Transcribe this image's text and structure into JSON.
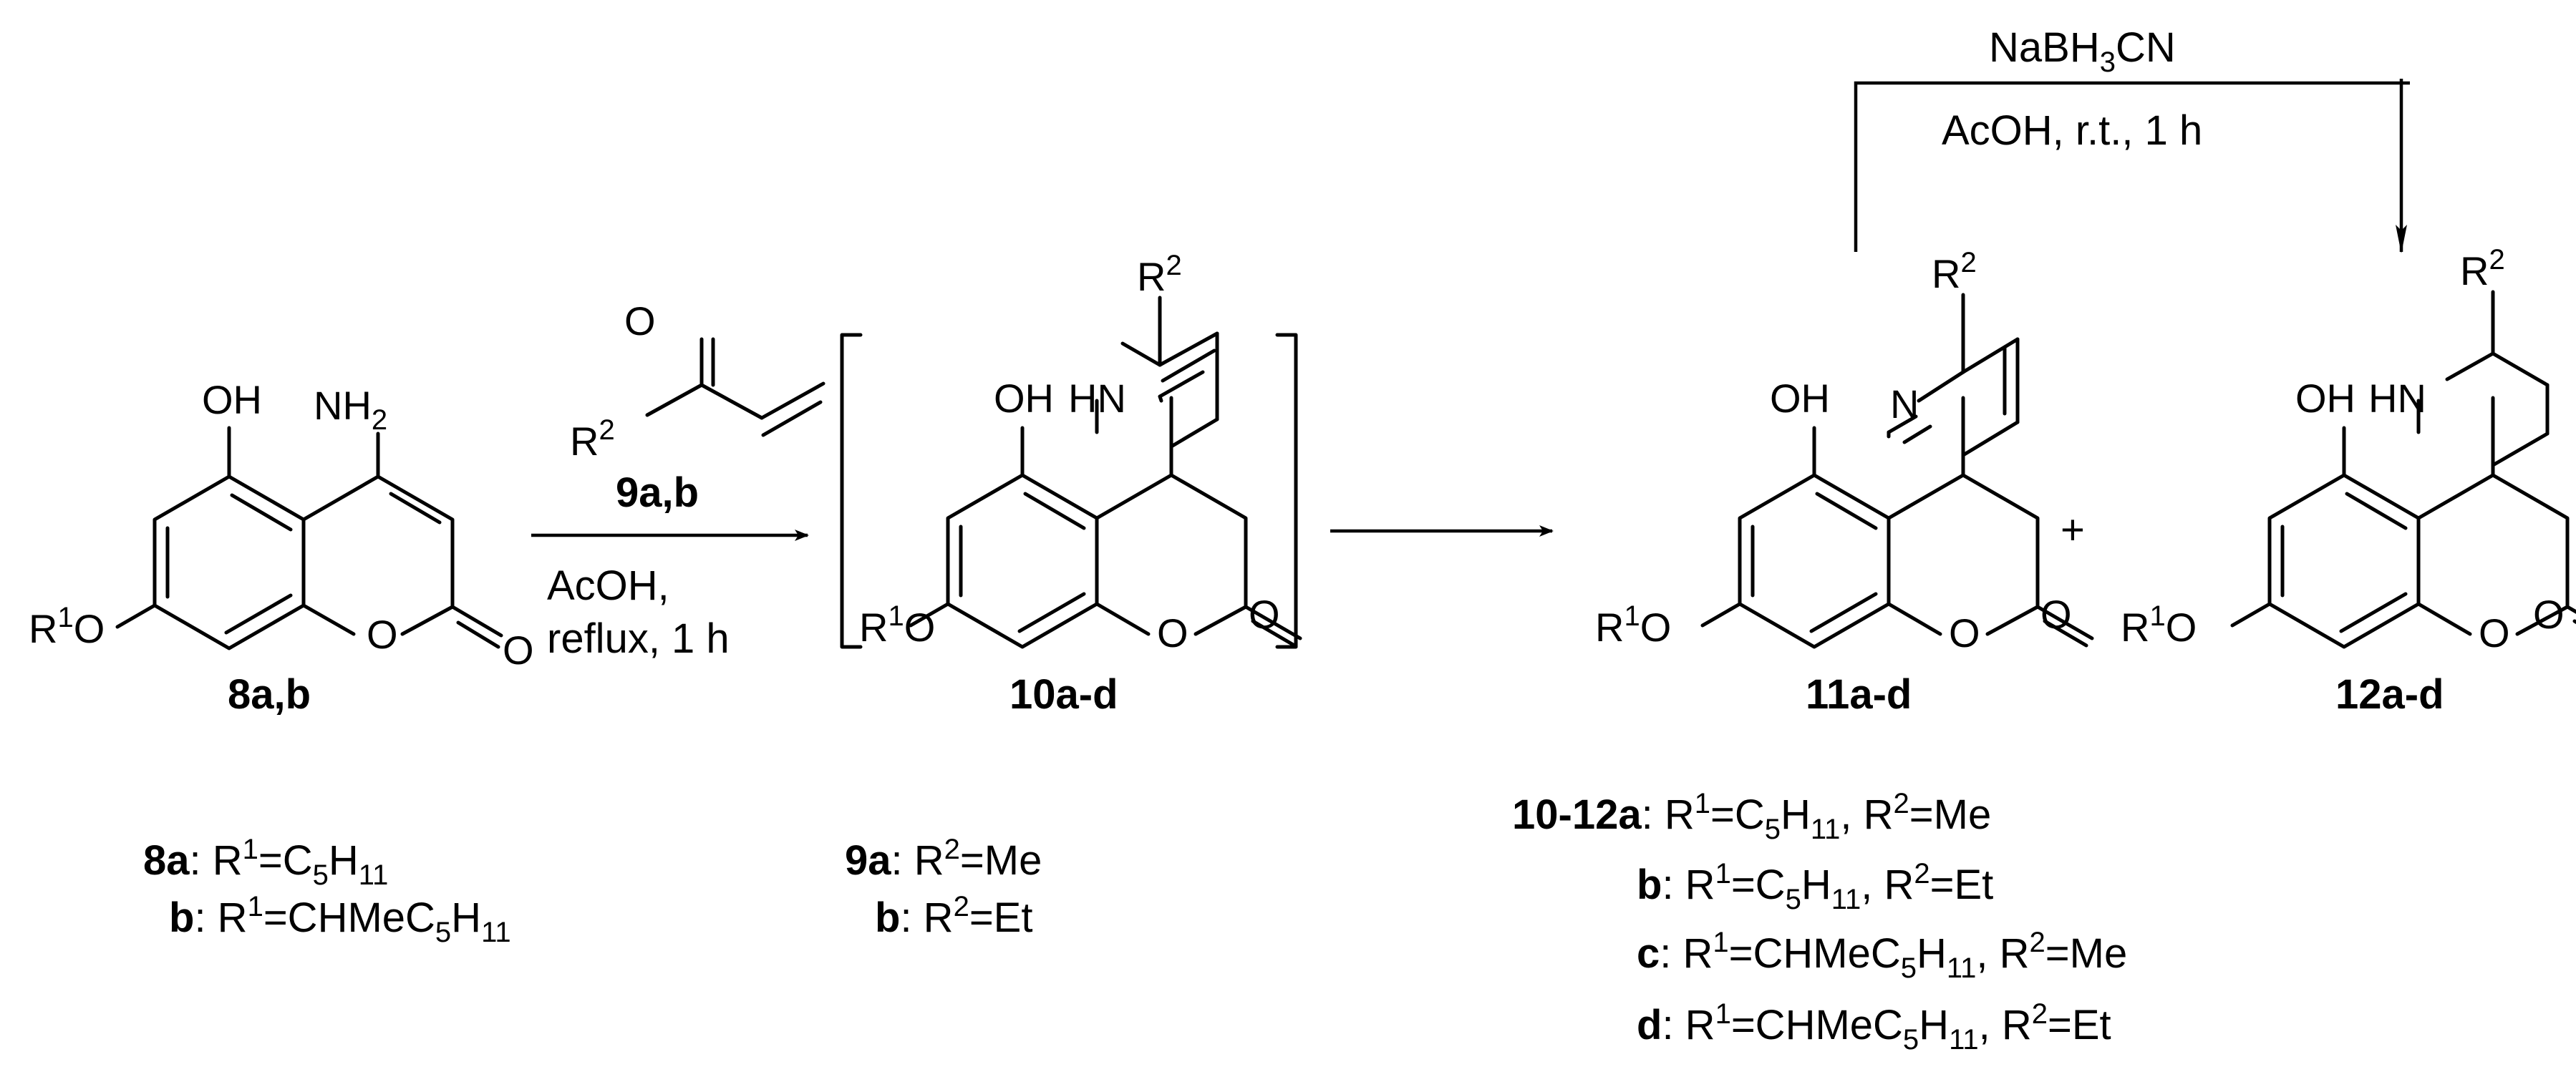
{
  "scheme": {
    "compounds": {
      "c8": "8a,b",
      "c9": "9a,b",
      "c10": "10a-d",
      "c11": "11a-d",
      "c12": "12a-d"
    },
    "conditions": {
      "step1_line1": "AcOH,",
      "step1_line2": "reflux, 1 h",
      "reduction_reagent": "NaBH",
      "reduction_reagent_sub": "3",
      "reduction_reagent_tail": "CN",
      "reduction_line2": "AcOH, r.t., 1 h"
    },
    "plus": "+",
    "atoms": {
      "OH": "OH",
      "NH": "NH",
      "HN": "HN",
      "N": "N",
      "O": "O",
      "R": "R",
      "sub2": "2",
      "sup1": "1",
      "sup2": "2"
    },
    "legend8": {
      "a_key": "8a",
      "a_rest": ": R",
      "a_sup": "1",
      "a_eq": "=C",
      "a_sub1": "5",
      "a_h": "H",
      "a_sub2": "11",
      "b_key": "b",
      "b_rest": ": R",
      "b_sup": "1",
      "b_eq": "=CHMeC",
      "b_sub1": "5",
      "b_h": "H",
      "b_sub2": "11"
    },
    "legend9": {
      "a_key": "9a",
      "a_rest": ": R",
      "a_sup": "2",
      "a_val": "=Me",
      "b_key": "b",
      "b_rest": ": R",
      "b_sup": "2",
      "b_val": "=Et"
    },
    "legend10": {
      "a_key": "10-12a",
      "b_key": "b",
      "c_key": "c",
      "d_key": "d",
      "rest": ": R",
      "sup1": "1",
      "sup2": "2",
      "comma": ", R",
      "r1_a": "=C",
      "r1_c": "=CHMeC",
      "sub5": "5",
      "h": "H",
      "sub11": "11",
      "me": "=Me",
      "et": "=Et"
    }
  }
}
